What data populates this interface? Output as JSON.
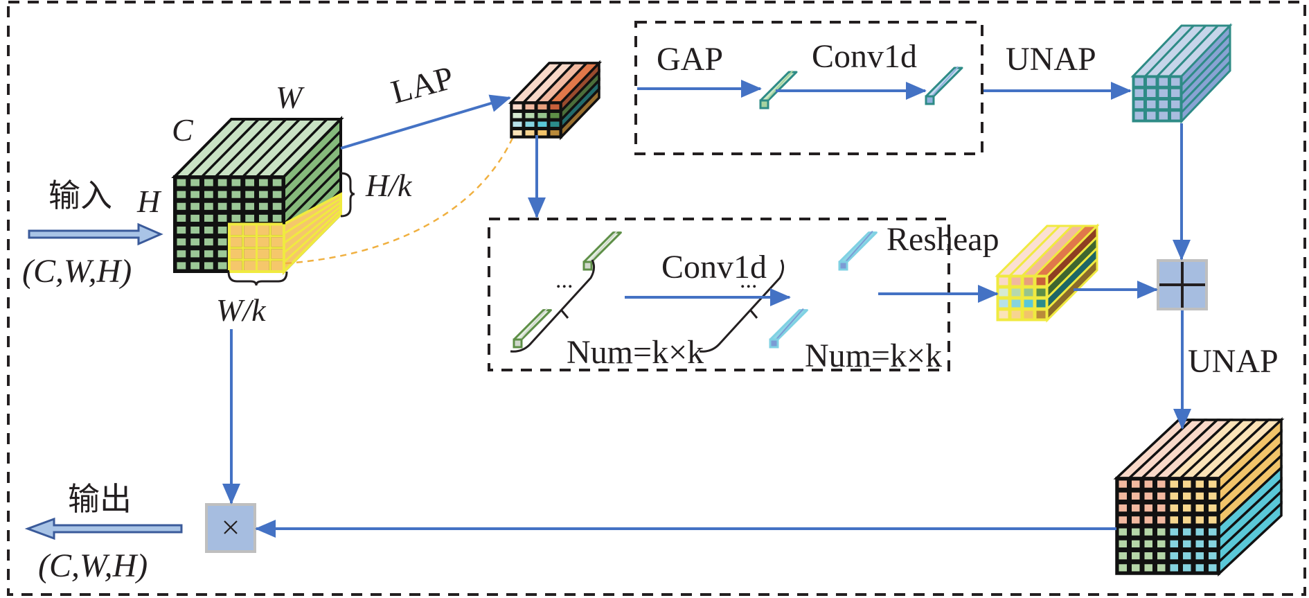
{
  "diagram": {
    "type": "attention module flow diagram",
    "input": {
      "label": "输入",
      "shape": "(C,W,H)",
      "dim_c": "C",
      "dim_w": "W",
      "dim_h": "H",
      "patch_h": "H/k",
      "patch_w": "W/k"
    },
    "output": {
      "label": "输出",
      "shape": "(C,W,H)"
    },
    "edges": {
      "lap": "LAP",
      "gap": "GAP",
      "conv_top": "Conv1d",
      "unap_top": "UNAP",
      "conv_mid": "Conv1d",
      "reshape": "Resheap",
      "unap_right": "UNAP"
    },
    "groups": {
      "left_num": "Num=k×k",
      "right_num": "Num=k×k",
      "ellipsis": "..."
    },
    "operators": {
      "add": "+",
      "multiply": "×"
    },
    "colors": {
      "arrow": "#4472c4",
      "dash_orange": "#f0b040",
      "op_box_fill": "#a6bde0",
      "op_box_border": "#bfbfbf",
      "green_face": "#9cc897",
      "yellow_patch": "#f5c76b",
      "teal_outline": "#2e8b86"
    }
  }
}
